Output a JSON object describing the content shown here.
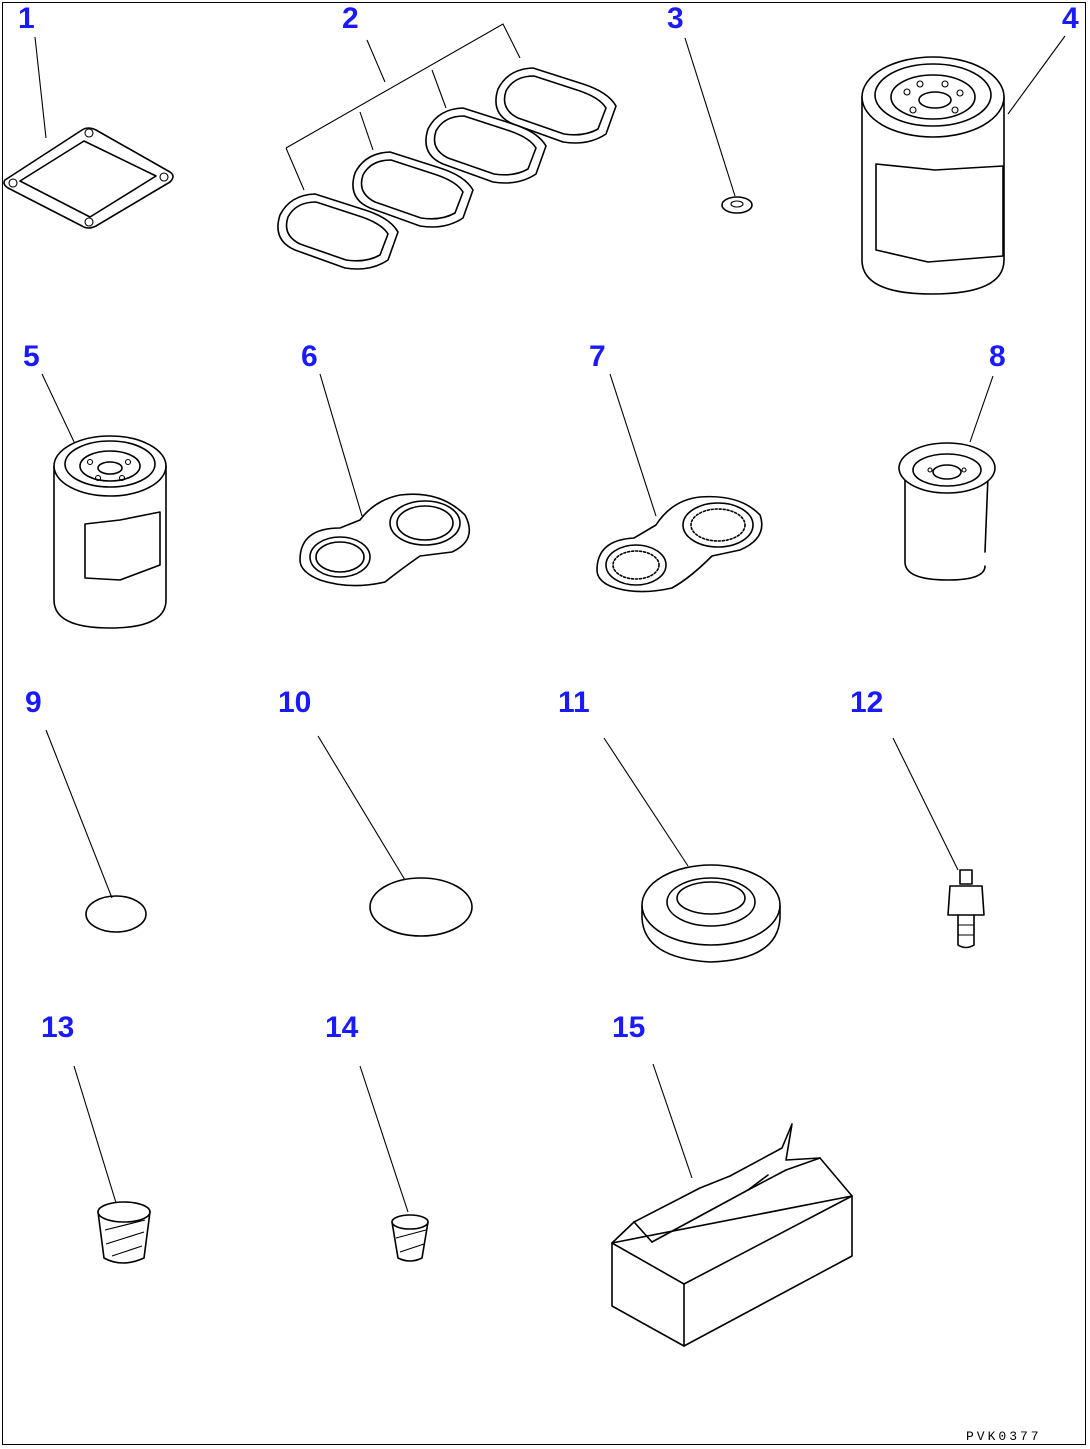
{
  "callouts": [
    "1",
    "2",
    "3",
    "4",
    "5",
    "6",
    "7",
    "8",
    "9",
    "10",
    "11",
    "12",
    "13",
    "14",
    "15"
  ],
  "reference_code": "PVK0377",
  "colors": {
    "callout": "#1a1aff",
    "line": "#000000",
    "background": "#ffffff"
  }
}
